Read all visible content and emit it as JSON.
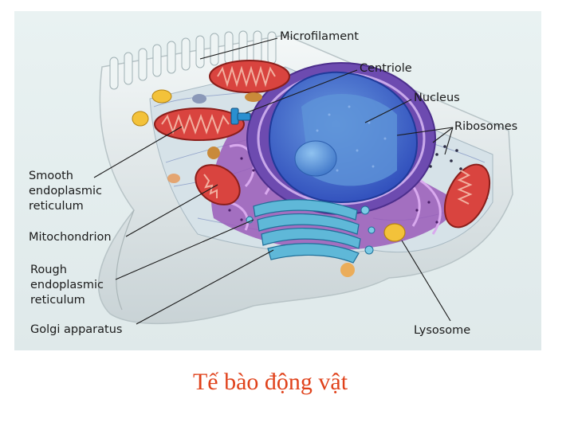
{
  "labels": {
    "microfilament": "Microfilament",
    "centriole": "Centriole",
    "nucleus": "Nucleus",
    "ribosomes": "Ribosomes",
    "smooth_er": [
      "Smooth",
      "endoplasmic",
      "reticulum"
    ],
    "mitochondrion": "Mitochondrion",
    "rough_er": [
      "Rough",
      "endoplasmic",
      "reticulum"
    ],
    "golgi": "Golgi apparatus",
    "lysosome": "Lysosome"
  },
  "caption": "Tế bào động vật"
}
